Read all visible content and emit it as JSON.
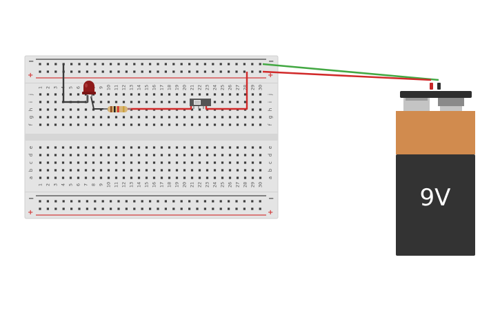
{
  "breadboard": {
    "columns": [
      "1",
      "2",
      "3",
      "4",
      "5",
      "6",
      "7",
      "8",
      "9",
      "10",
      "11",
      "12",
      "13",
      "14",
      "15",
      "16",
      "17",
      "18",
      "19",
      "20",
      "21",
      "22",
      "23",
      "24",
      "25",
      "26",
      "27",
      "28",
      "29",
      "30"
    ],
    "rows_top": [
      "j",
      "i",
      "h",
      "g",
      "f"
    ],
    "rows_bottom": [
      "e",
      "d",
      "c",
      "b",
      "a"
    ],
    "rail_minus": "−",
    "rail_plus": "+"
  },
  "battery": {
    "label": "9V"
  },
  "colors": {
    "board": "#e4e4e4",
    "rail_red": "#d23b3b",
    "rail_black": "#444444",
    "wire_red": "#d12a2a",
    "wire_green": "#43a843",
    "wire_black": "#3a3a3a",
    "led": "#8f1a1a",
    "battery_top": "#d18b4e",
    "battery_bottom": "#333333"
  }
}
